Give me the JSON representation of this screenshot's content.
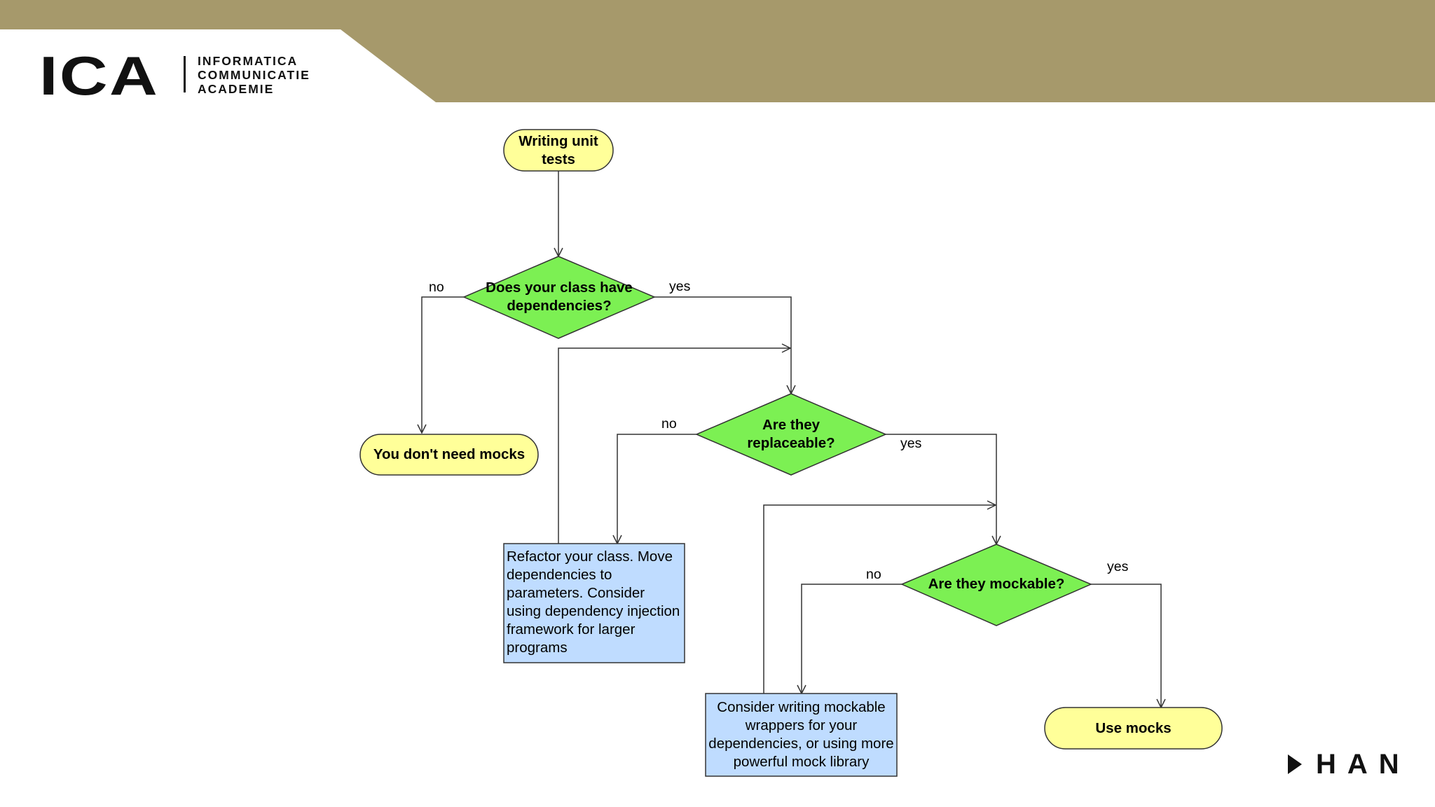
{
  "header": {
    "logo_main": "ICA",
    "logo_sub": [
      "INFORMATICA",
      "COMMUNICATIE",
      "ACADEMIE"
    ],
    "band_color": "#a6996b",
    "brand_right": "HAN"
  },
  "flowchart": {
    "start": "Writing unit tests",
    "decision_dependencies": "Does your class have dependencies?",
    "result_no_mocks": "You don't need mocks",
    "decision_replaceable": "Are they replaceable?",
    "action_refactor": "Refactor your class. Move dependencies to parameters. Consider using dependency injection framework for larger programs",
    "decision_mockable": "Are they mockable?",
    "action_wrappers": "Consider writing mockable wrappers for your dependencies, or using more powerful mock library",
    "result_use_mocks": "Use mocks",
    "labels": {
      "no_1": "no",
      "yes_1": "yes",
      "no_2": "no",
      "yes_2": "yes",
      "no_3": "no",
      "yes_3": "yes"
    },
    "colors": {
      "terminal_fill": "#ffff99",
      "decision_fill": "#7cf053",
      "action_fill": "#bfdcff"
    }
  }
}
